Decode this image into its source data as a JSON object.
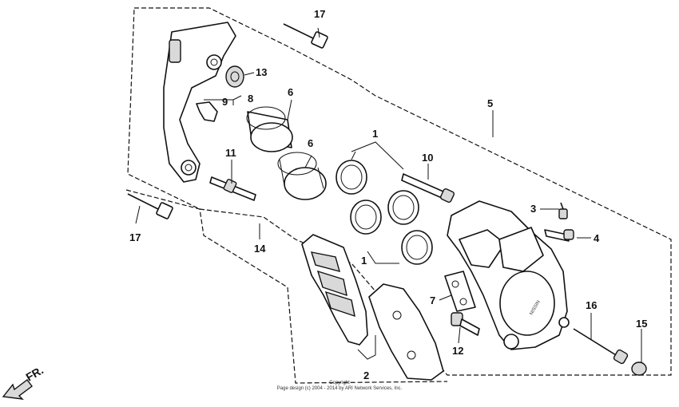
{
  "callouts": [
    {
      "id": "c17a",
      "label": "17"
    },
    {
      "id": "c13",
      "label": "13"
    },
    {
      "id": "c9",
      "label": "9"
    },
    {
      "id": "c8",
      "label": "8"
    },
    {
      "id": "c6a",
      "label": "6"
    },
    {
      "id": "c6b",
      "label": "6"
    },
    {
      "id": "c5",
      "label": "5"
    },
    {
      "id": "c1a",
      "label": "1"
    },
    {
      "id": "c1b",
      "label": "1"
    },
    {
      "id": "c10",
      "label": "10"
    },
    {
      "id": "c11",
      "label": "11"
    },
    {
      "id": "c3",
      "label": "3"
    },
    {
      "id": "c4",
      "label": "4"
    },
    {
      "id": "c17b",
      "label": "17"
    },
    {
      "id": "c14",
      "label": "14"
    },
    {
      "id": "c7",
      "label": "7"
    },
    {
      "id": "c16",
      "label": "16"
    },
    {
      "id": "c15",
      "label": "15"
    },
    {
      "id": "c12",
      "label": "12"
    },
    {
      "id": "c2",
      "label": "2"
    }
  ],
  "direction_label": "FR.",
  "caliper_brand": "NISSIN",
  "copyright": {
    "line1": "Copyright",
    "line2": "Page design (c) 2004 - 2014 by ARI Network Services, Inc."
  },
  "colors": {
    "ink": "#111111",
    "background": "#ffffff"
  }
}
